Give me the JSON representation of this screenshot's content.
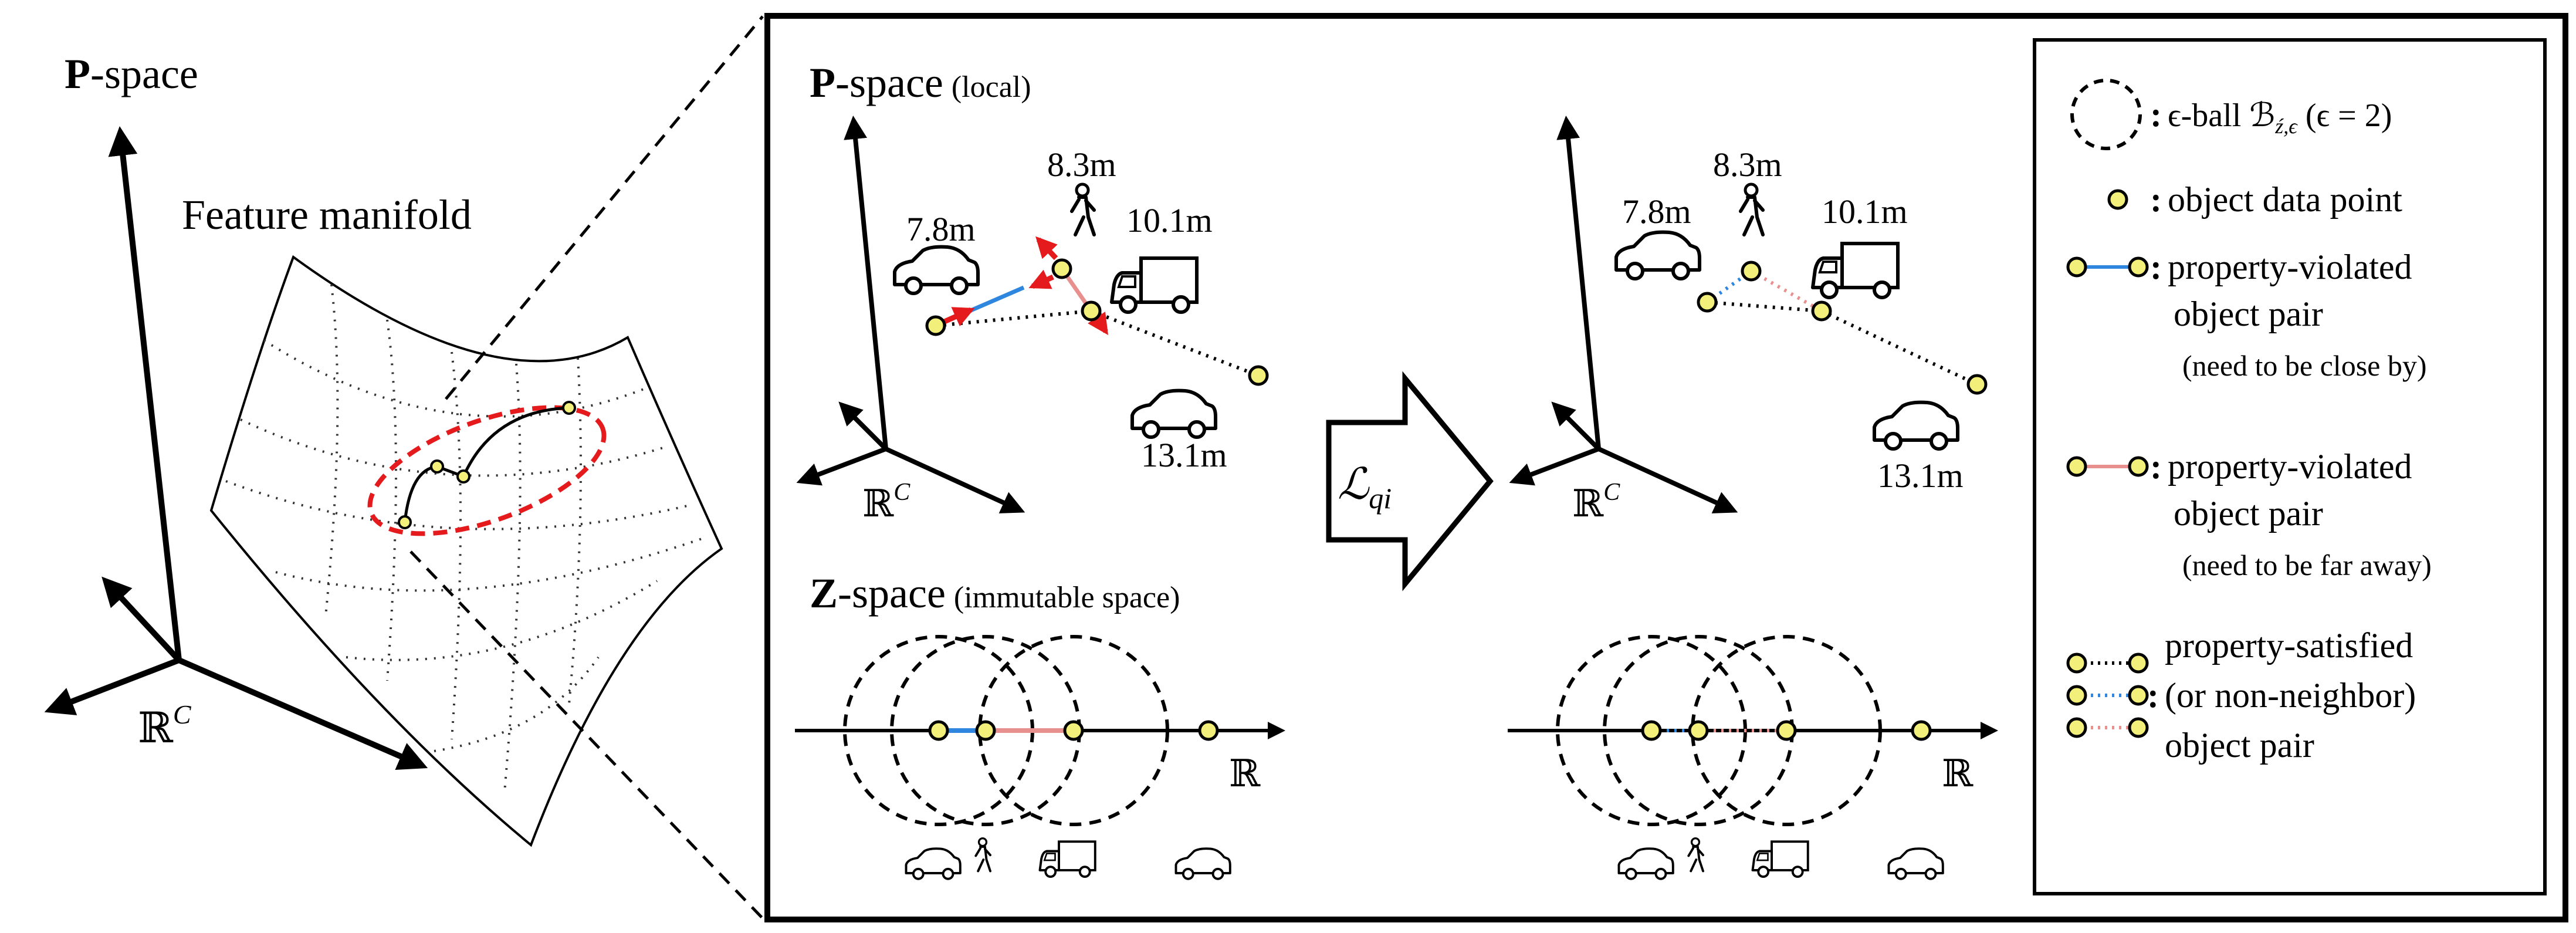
{
  "left_panel": {
    "space_title_bold": "P",
    "space_title_rest": "-space",
    "manifold_label": "Feature manifold",
    "axis_label_base": "ℝ",
    "axis_label_sup": "C"
  },
  "p_space": {
    "title_bold": "P",
    "title_rest": "-space",
    "title_note": "(local)",
    "axis_label_base": "ℝ",
    "axis_label_sup": "C",
    "distances": {
      "car_left": "7.8m",
      "pedestrian": "8.3m",
      "truck": "10.1m",
      "car_far": "13.1m"
    }
  },
  "z_space": {
    "title_bold": "Z",
    "title_rest": "-space",
    "title_note": "(immutable space)",
    "axis_label": "ℝ"
  },
  "loss_label": {
    "base": "ℒ",
    "sub": "qi"
  },
  "legend": {
    "eps_ball_text": "ϵ-ball ℬ",
    "eps_ball_sub": "ź,ϵ",
    "eps_ball_cond": "(ϵ = 2)",
    "data_point": "object data point",
    "blue_pair_line1": "property-violated",
    "blue_pair_line2": "object pair",
    "blue_pair_note": "(need to be close by)",
    "pink_pair_line1": "property-violated",
    "pink_pair_line2": "object pair",
    "pink_pair_note": "(need to be far away)",
    "satisfied_line1": "property-satisfied",
    "satisfied_line2": "(or non-neighbor)",
    "satisfied_line3": "object pair"
  },
  "colors": {
    "point_fill": "#f2ef7a",
    "blue_pair": "#2e86de",
    "pink_pair": "#e8908e",
    "arrow_red": "#e41a1c",
    "ellipse_red": "#e41a1c"
  }
}
